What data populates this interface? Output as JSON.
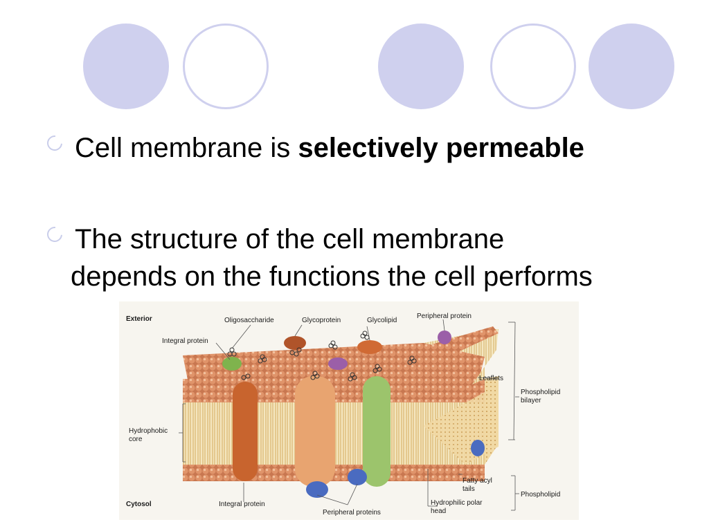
{
  "slide": {
    "bullet1": {
      "text": "Cell membrane is ",
      "bold": "selectively permeable"
    },
    "bullet2": {
      "line1": "The structure of the cell membrane",
      "line2": "depends on the functions the cell performs"
    }
  },
  "diagram": {
    "labels": {
      "exterior": "Exterior",
      "cytosol": "Cytosol",
      "oligosaccharide": "Oligosaccharide",
      "glycoprotein": "Glycoprotein",
      "glycolipid": "Glycolipid",
      "peripheral_protein": "Peripheral protein",
      "integral_protein_top": "Integral protein",
      "leaflets": "Leaflets",
      "phospholipid_bilayer_1": "Phospholipid",
      "phospholipid_bilayer_2": "bilayer",
      "hydrophobic_core_1": "Hydrophobic",
      "hydrophobic_core_2": "core",
      "fatty_acyl_1": "Fatty acyl",
      "fatty_acyl_2": "tails",
      "phospholipid": "Phospholipid",
      "hydrophilic_1": "Hydrophilic polar",
      "hydrophilic_2": "head",
      "integral_protein_bottom": "Integral protein",
      "peripheral_proteins": "Peripheral proteins"
    }
  },
  "colors": {
    "circle_fill": "#cfd0ee",
    "head": "#d98a5c",
    "tail": "#e8c98a"
  }
}
